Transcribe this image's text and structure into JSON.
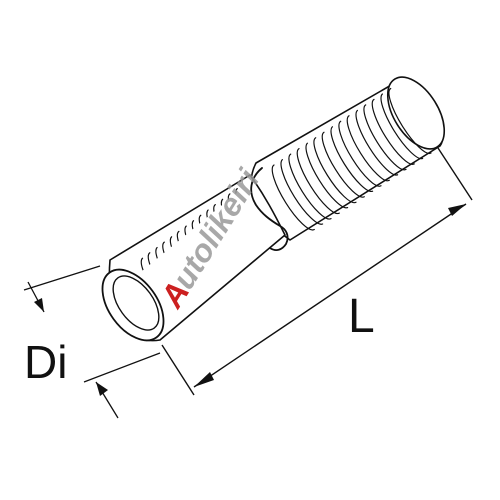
{
  "diagram": {
    "labels": {
      "diameter": "Di",
      "length": "L"
    },
    "watermark": "Autolikeiri"
  },
  "colors": {
    "line": "#111111",
    "background": "#ffffff",
    "watermark_red": "#cc2020",
    "watermark_gray": "#9a9a9a"
  },
  "icons": {
    "hose": "corrugated-hose-icon",
    "clamp": "spring-clamp-icon"
  }
}
